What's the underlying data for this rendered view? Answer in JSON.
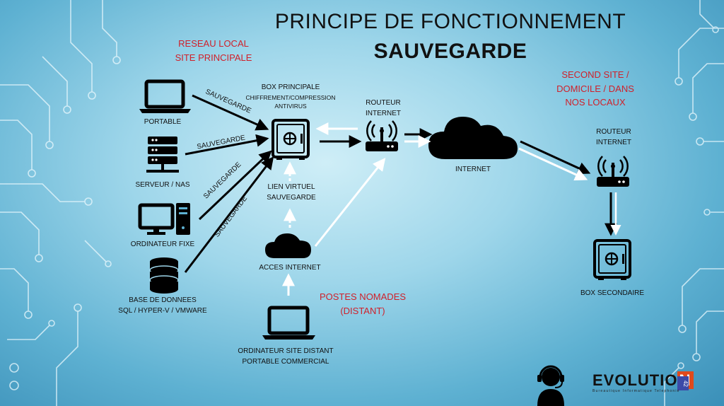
{
  "title": {
    "line1": "PRINCIPE DE FONCTIONNEMENT",
    "line2": "SAUVEGARDE"
  },
  "site_principal": {
    "line1": "RESEAU LOCAL",
    "line2": "SITE PRINCIPALE"
  },
  "devices": {
    "portable": "PORTABLE",
    "serveur": "SERVEUR / NAS",
    "ordinateur_fixe": "ORDINATEUR FIXE",
    "base_line1": "BASE DE DONNEES",
    "base_line2": "SQL / HYPER-V / VMWARE"
  },
  "arrow_labels": {
    "sauvegarde_1": "SAUVEGARDE",
    "sauvegarde_2": "SAUVEGARDE",
    "sauvegarde_3": "SAUVEGARDE",
    "sauvegarde_4": "SAUVEGARDE"
  },
  "box_principale": {
    "line1": "BOX PRINCIPALE",
    "line2": "CHIFFREMENT/COMPRESSION",
    "line3": "ANTIVIRUS"
  },
  "routeur_1": {
    "line1": "ROUTEUR",
    "line2": "INTERNET"
  },
  "internet": "INTERNET",
  "lien_virtuel": {
    "line1": "LIEN VIRTUEL",
    "line2": "SAUVEGARDE"
  },
  "acces_internet": "ACCES INTERNET",
  "postes_nomades": {
    "line1": "POSTES NOMADES",
    "line2": "(DISTANT)"
  },
  "ordinateur_distant": {
    "line1": "ORDINATEUR SITE DISTANT",
    "line2": "PORTABLE COMMERCIAL"
  },
  "second_site": {
    "line1": "SECOND SITE /",
    "line2": "DOMICILE / DANS",
    "line3": "NOS LOCAUX"
  },
  "routeur_2": {
    "line1": "ROUTEUR",
    "line2": "INTERNET"
  },
  "box_secondaire": "BOX SECONDAIRE",
  "logo": {
    "brand": "EVOLUTIO",
    "brand_n": "N",
    "number": "42",
    "subtitle": "Bureautique Informatique Telephonie"
  },
  "colors": {
    "accent_red": "#d0202a",
    "icon": "#000000",
    "circuit": "#e8f7fc"
  }
}
